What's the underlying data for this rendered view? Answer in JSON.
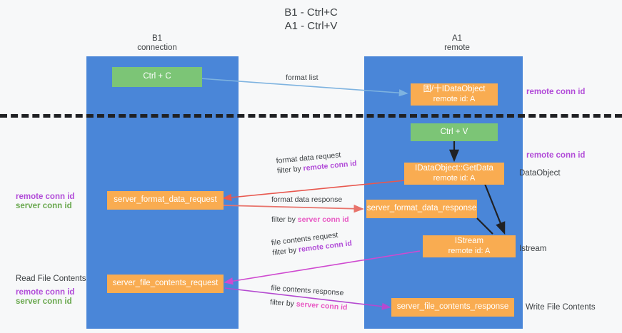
{
  "title": "B1 - Ctrl+C\nA1 - Ctrl+V",
  "columns": [
    {
      "name": "b1",
      "header": "B1\nconnection"
    },
    {
      "name": "a1",
      "header": "A1\nremote"
    }
  ],
  "nodes": {
    "ctrl_c": {
      "label": "Ctrl + C",
      "color": "#7cc576"
    },
    "idataobject": {
      "line1": "固/十IDataObject",
      "line2": "remote id: A",
      "color": "#f9ac51"
    },
    "ctrl_v": {
      "label": "Ctrl + V",
      "color": "#7cc576"
    },
    "getdata": {
      "line1": "IDataObject::GetData",
      "line2": "remote id: A",
      "color": "#f9ac51"
    },
    "server_format_data_request": {
      "label": "server_format_data_request",
      "color": "#f9ac51"
    },
    "server_format_data_response": {
      "label": "server_format_data_response",
      "color": "#f9ac51"
    },
    "istream": {
      "line1": "IStream",
      "line2": "remote id: A",
      "color": "#f9ac51"
    },
    "server_file_contents_request": {
      "label": "server_file_contents_request",
      "color": "#f9ac51"
    },
    "server_file_contents_response": {
      "label": "server_file_contents_response",
      "color": "#f9ac51"
    }
  },
  "edges": {
    "format_list": {
      "label": "format list",
      "color": "#7eb3e0"
    },
    "format_data_request": {
      "line1": "format data request",
      "line2_prefix": "filter by ",
      "line2_key": "remote conn id",
      "color": "#e8584f"
    },
    "format_data_response": {
      "line1": "format data response",
      "line2_prefix": "filter by ",
      "line2_key": "server conn id",
      "color": "#e8736b"
    },
    "file_contents_request": {
      "line1": "file contents request",
      "line2_prefix": "filter by ",
      "line2_key": "remote conn id",
      "color": "#cf4ad0"
    },
    "file_contents_response": {
      "line1": "file contents response",
      "line2_prefix": "filter by ",
      "line2_key": "server conn id",
      "color": "#b44ad0"
    }
  },
  "annotations": {
    "right_remote_conn_id_top": "remote conn id",
    "right_remote_conn_id_mid": "remote conn id",
    "right_dataobject": "DataObject",
    "right_istream": "Istream",
    "right_write_file_contents": "Write File Contents",
    "left_read_file_contents": "Read File Contents",
    "left_remote_conn_id": "remote conn id",
    "left_server_conn_id": "server conn id",
    "left_remote_conn_id_2": "remote conn id",
    "left_server_conn_id_2": "server conn id"
  },
  "colors": {
    "lane": "#4a86d8",
    "green_node": "#7cc576",
    "orange_node": "#f9ac51",
    "purple_text": "#b14bd8",
    "green_text": "#6aa84f",
    "magenta_text": "#e857c3",
    "divider": "#202124",
    "background": "#f7f8f9"
  }
}
